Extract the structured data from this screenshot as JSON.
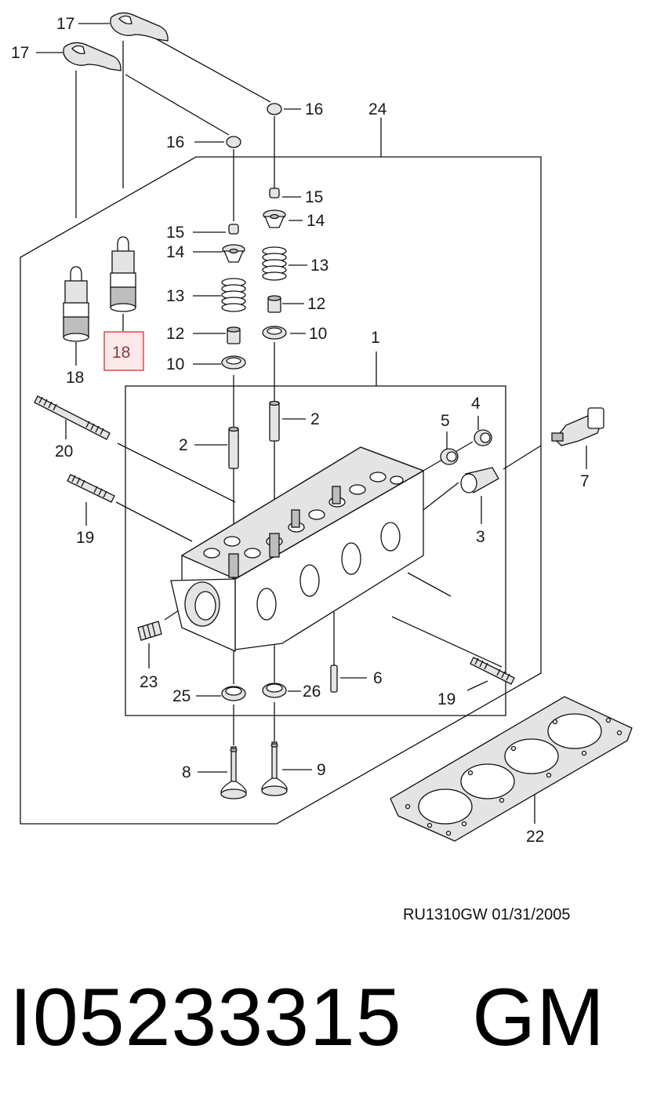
{
  "diagram": {
    "stamp": "RU1310GW  01/31/2005",
    "highlighted_callout": "18",
    "highlight_color": "#e0474c",
    "highlight_fill": "#fde8ea",
    "callouts": {
      "c1": "1",
      "c2a": "2",
      "c2b": "2",
      "c3": "3",
      "c4": "4",
      "c5": "5",
      "c6": "6",
      "c7": "7",
      "c8": "8",
      "c9": "9",
      "c10a": "10",
      "c10b": "10",
      "c12a": "12",
      "c12b": "12",
      "c13a": "13",
      "c13b": "13",
      "c14a": "14",
      "c14b": "14",
      "c15a": "15",
      "c15b": "15",
      "c16a": "16",
      "c16b": "16",
      "c17a": "17",
      "c17b": "17",
      "c18a": "18",
      "c19a": "19",
      "c19b": "19",
      "c20": "20",
      "c22": "22",
      "c23": "23",
      "c24": "24",
      "c25": "25",
      "c26": "26"
    }
  },
  "footer": {
    "part_number": "I05233315   GM"
  }
}
